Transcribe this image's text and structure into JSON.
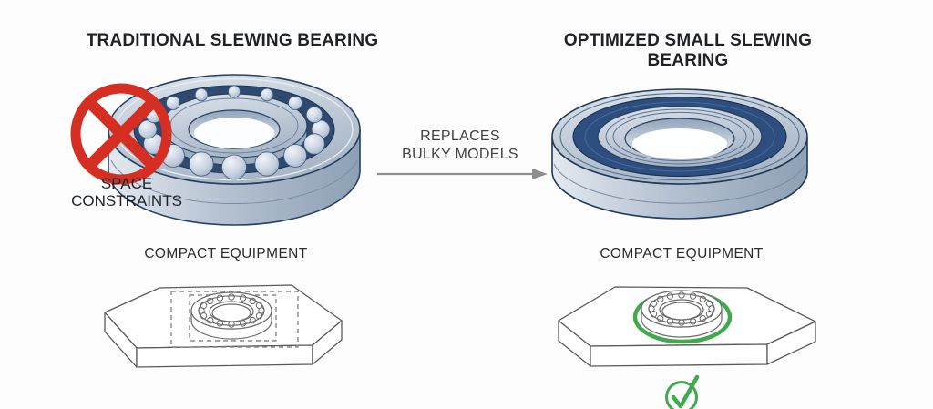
{
  "page": {
    "background": "#fdfdfd"
  },
  "left_panel": {
    "title": "TRADITIONAL SLEWING BEARING",
    "constraint_line1": "SPACE",
    "constraint_line2": "CONSTRAINTS",
    "equipment_label": "COMPACT EQUIPMENT",
    "illustrations": {
      "bearing": "open ball slewing bearing with exposed rolling balls",
      "plate": "hexagonal equipment plate with oversized dashed footprint rectangles"
    },
    "icons": {
      "prohibition": "prohibition-x-circle-icon"
    },
    "colors": {
      "bearing_steel": "#c7d1de",
      "ball_channel_navy": "#2e4a6f",
      "prohibition_red": "#d42f22"
    }
  },
  "transition": {
    "line1": "REPLACES",
    "line2": "BULKY MODELS",
    "icon": "right-arrow-icon",
    "arrow_color": "#8e8e8e"
  },
  "right_panel": {
    "title": "OPTIMIZED SMALL SLEWING BEARING",
    "equipment_label": "COMPACT EQUIPMENT",
    "illustrations": {
      "bearing": "compact sealed slewing bearing with blue seal ring",
      "plate": "hexagonal equipment plate with snug green fit circle"
    },
    "icons": {
      "check": "check-circle-icon"
    },
    "colors": {
      "bearing_steel": "#c7d1de",
      "seal_navy": "#2d4e7e",
      "approval_green": "#43a94f"
    }
  }
}
